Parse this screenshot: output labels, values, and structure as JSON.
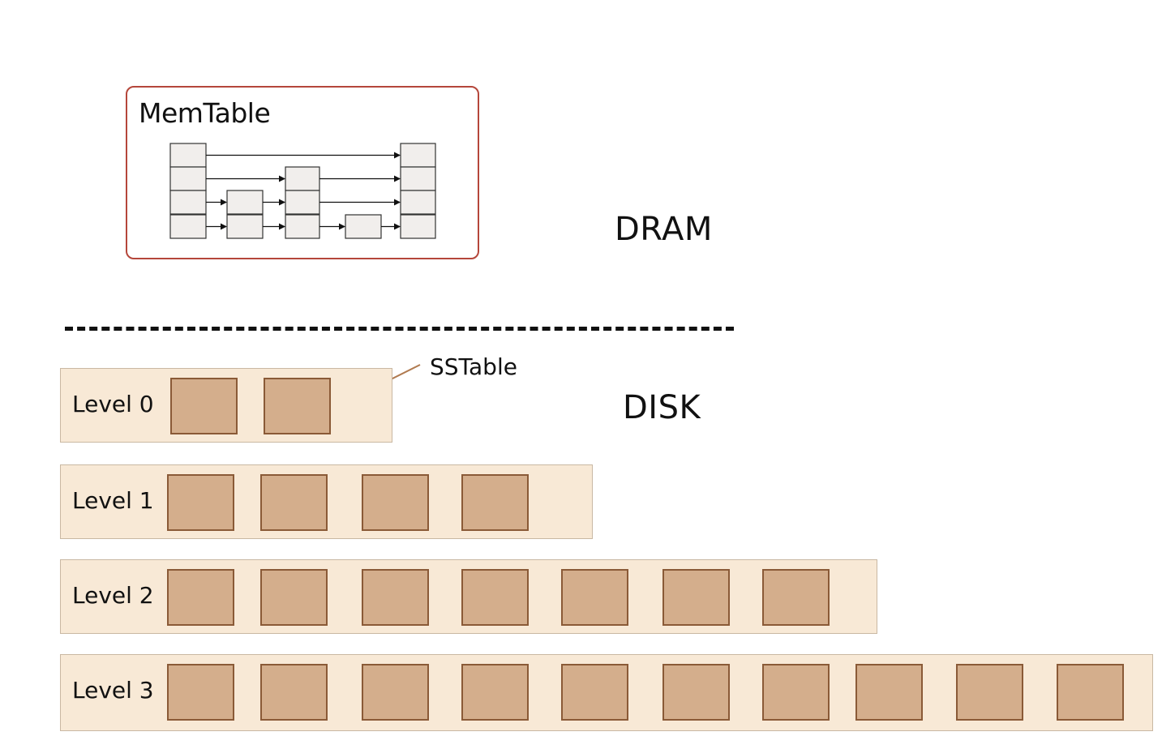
{
  "diagram": {
    "memtable_title": "MemTable",
    "dram_label": "DRAM",
    "disk_label": "DISK",
    "sstable_label": "SSTable",
    "levels": [
      {
        "label": "Level 0",
        "sstable_count": 2
      },
      {
        "label": "Level 1",
        "sstable_count": 4
      },
      {
        "label": "Level 2",
        "sstable_count": 7
      },
      {
        "label": "Level 3",
        "sstable_count": 10
      }
    ],
    "colors": {
      "memtable_border": "#b5473b",
      "level_band": "#f8e9d6",
      "sstable_fill": "#d4ae8c",
      "sstable_border": "#8a5a37",
      "skiplist_node_fill": "#f1eeec",
      "pointer_arrow": "#b07a4f"
    }
  }
}
